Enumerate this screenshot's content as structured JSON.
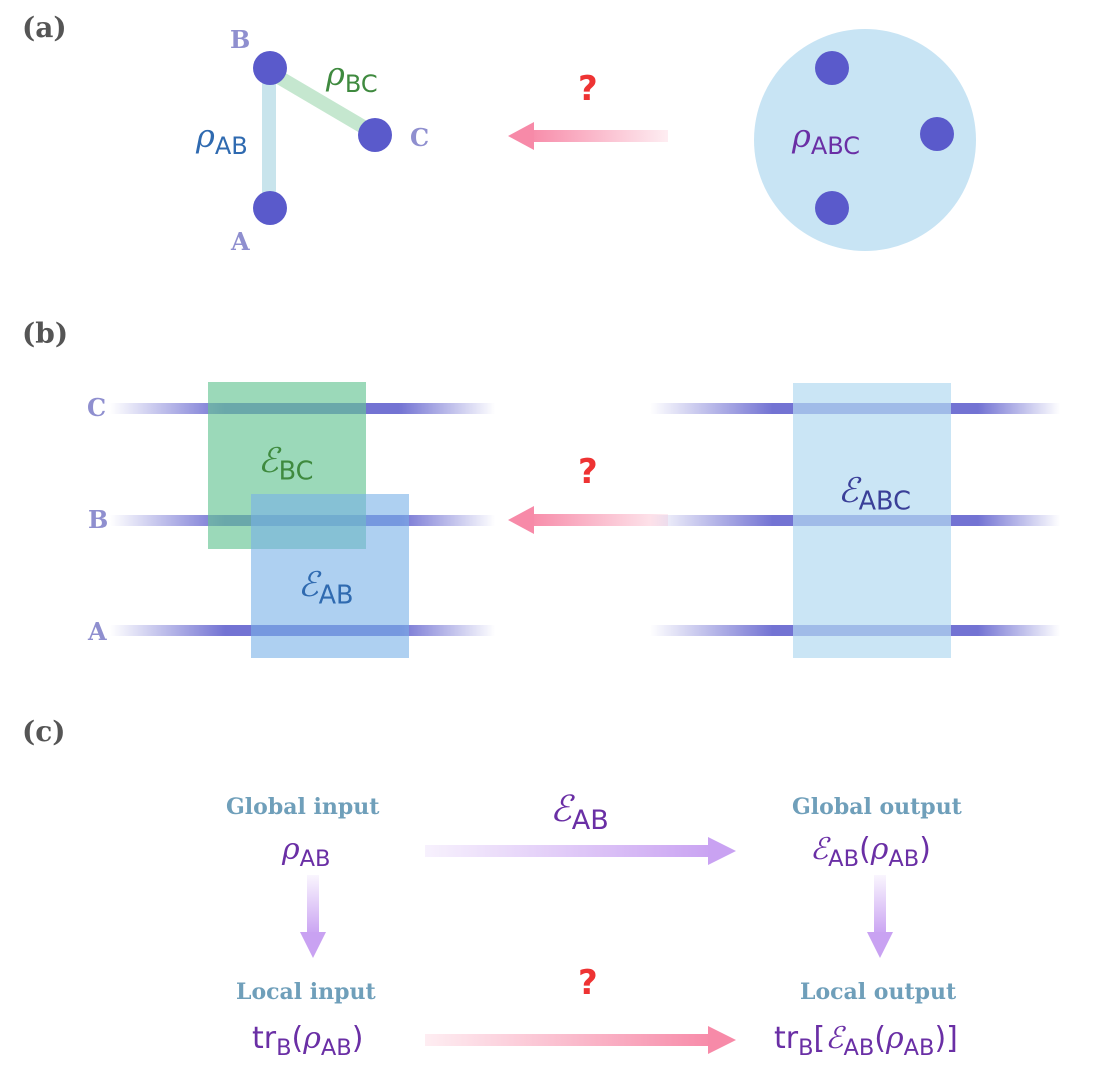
{
  "panels": {
    "a": {
      "label": "(a)",
      "nodes": {
        "a": "A",
        "b": "B",
        "c": "C"
      },
      "rho": "ρ",
      "sub_ab": "AB",
      "sub_bc": "BC",
      "sub_abc": "ABC",
      "question": "?"
    },
    "b": {
      "label": "(b)",
      "wires": {
        "c": "C",
        "b": "B",
        "a": "A"
      },
      "channel": "ℰ",
      "sub_bc": "BC",
      "sub_ab": "AB",
      "sub_abc": "ABC",
      "question": "?"
    },
    "c": {
      "label": "(c)",
      "global_input_label": "Global input",
      "global_output_label": "Global output",
      "local_input_label": "Local input",
      "local_output_label": "Local output",
      "rho": "ρ",
      "channel": "ℰ",
      "sub_ab": "AB",
      "trace": "tr",
      "trace_sub": "B",
      "question": "?"
    }
  },
  "colors": {
    "node": "#5a5acb",
    "region_bc": "#8fd6ac",
    "region_ab": "#9cc6ee",
    "region_abc": "#c8e4f4",
    "question": "#ee3333",
    "pink_arrow": "#f78aa8",
    "purple_arrow": "#c9a2f2"
  }
}
